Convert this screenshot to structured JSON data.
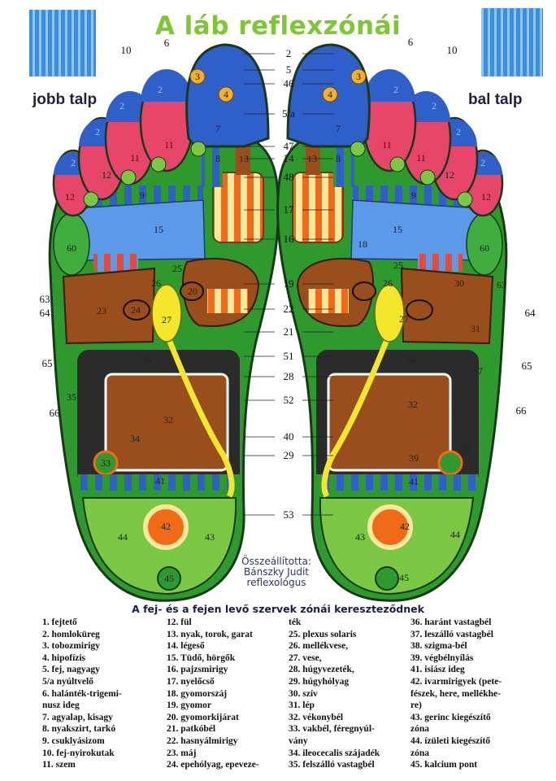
{
  "title": "A láb reflexzónái",
  "right_sole_label": "jobb talp",
  "left_sole_label": "bal talp",
  "credit": [
    "Összeállította:",
    "Bánszky Judit",
    "reflexológus"
  ],
  "center_labels": [
    "2",
    "5",
    "46",
    "5/a",
    "47",
    "14",
    "48",
    "17",
    "16",
    "19",
    "22",
    "21",
    "51",
    "28",
    "52",
    "40",
    "29",
    "53"
  ],
  "left_outer_labels": [
    "10",
    "6",
    "63",
    "64",
    "65",
    "66"
  ],
  "right_outer_labels": [
    "6",
    "10",
    "64",
    "65",
    "66"
  ],
  "right_foot_zones": [
    "2",
    "2",
    "2",
    "2",
    "3",
    "4",
    "7",
    "8",
    "13",
    "11",
    "11",
    "12",
    "12",
    "9",
    "15",
    "60",
    "25",
    "26",
    "20",
    "23",
    "24",
    "27",
    "36",
    "35",
    "32",
    "34",
    "33",
    "41",
    "42",
    "44",
    "43",
    "45"
  ],
  "left_foot_zones": [
    "2",
    "2",
    "2",
    "2",
    "3",
    "4",
    "7",
    "8",
    "13",
    "11",
    "11",
    "12",
    "12",
    "9",
    "15",
    "60",
    "18",
    "25",
    "26",
    "30",
    "63",
    "31",
    "27",
    "36",
    "37",
    "32",
    "39",
    "38",
    "41",
    "42",
    "43",
    "44",
    "45"
  ],
  "colors": {
    "title": "#7cc832",
    "blue": "#2f5fc8",
    "pink": "#e8456a",
    "green": "#2e9a2e",
    "brown": "#9a4e1c",
    "yellow": "#f4e62a",
    "orange": "#f06a18",
    "black": "#2b2b2b"
  },
  "legend": {
    "heading": "A fej- és a fejen levő szervek zónái kereszteződnek",
    "columns": [
      [
        "1. fejtető",
        "2. homloküreg",
        "3. tobozmirigy",
        "4. hipofízis",
        "5. fej, nagyagy",
        "5/a nyúltvelő",
        "6. halánték-trigemi-",
        "nusz ideg",
        "7. agyalap, kisagy",
        "8. nyakszirt, tarkó",
        "9. csuklyásizom",
        "10. fej-nyirokutak",
        "11. szem"
      ],
      [
        "12. fül",
        "13. nyak, torok, garat",
        "14. légeső",
        "15. Tüdő, hörgők",
        "16. pajzsmirigy",
        "17. nyelőcső",
        "18. gyomorszáj",
        "19. gyomor",
        "20. gyomorkijárat",
        "21. patkóbél",
        "22. hasnyálmirigy",
        "23. máj",
        "24. epehólyag, epeveze-"
      ],
      [
        "ték",
        "25. plexus solaris",
        "26. mellékvese,",
        "27. vese,",
        "28. húgyvezeték,",
        "29. húgyhólyag",
        "30. szív",
        "31. lép",
        "32. vékonybél",
        "33. vakbél, féregnyúl-",
        "vány",
        "34. ileocecalis szájadék",
        "35. felszálló vastagbél"
      ],
      [
        "36. haránt vastagbél",
        "37. leszálló vastagbél",
        "38. szigma-bél",
        "39. végbélnyílás",
        "41. isiász ideg",
        "42. ivarmirigyek (pete-",
        "fészek, here, mellékhe-",
        "re)",
        "43. gerinc kiegészítő",
        "zóna",
        "44. ízületi kiegészítő",
        "zóna",
        "45. kalcium pont"
      ]
    ]
  }
}
